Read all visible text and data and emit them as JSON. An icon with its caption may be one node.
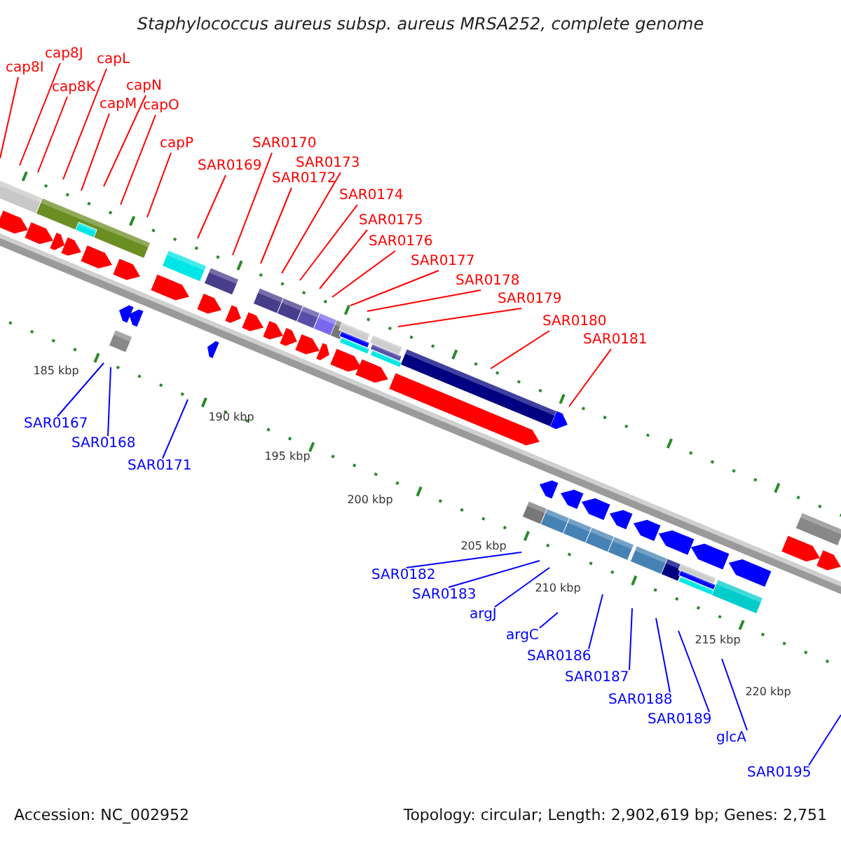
{
  "diagram": {
    "title": "Staphylococcus aureus subsp. aureus MRSA252, complete genome",
    "nodes": [
      {
        "text": [
          "cap8I"
        ]
      },
      {
        "text": [
          "cap8J"
        ]
      },
      {
        "text": [
          "cap8K"
        ]
      },
      {
        "text": [
          "capL"
        ]
      },
      {
        "text": [
          "capM"
        ]
      },
      {
        "text": [
          "capN"
        ]
      },
      {
        "text": [
          "capO"
        ]
      },
      {
        "text": [
          "capP"
        ]
      },
      {
        "text": [
          "SAR0169"
        ]
      },
      {
        "text": [
          "SAR0170"
        ]
      },
      {
        "text": [
          "SAR0172"
        ]
      },
      {
        "text": [
          "SAR0173"
        ]
      },
      {
        "text": [
          "SAR0174"
        ]
      },
      {
        "text": [
          "SAR0175"
        ]
      },
      {
        "text": [
          "SAR0176"
        ]
      },
      {
        "text": [
          "SAR0177"
        ]
      },
      {
        "text": [
          "SAR0178"
        ]
      },
      {
        "text": [
          "SAR0179"
        ]
      },
      {
        "text": [
          "SAR0180"
        ]
      },
      {
        "text": [
          "SAR0181"
        ]
      },
      {
        "text": [
          "SAR0167"
        ]
      },
      {
        "text": [
          "SAR0168"
        ]
      },
      {
        "text": [
          "SAR0171"
        ]
      },
      {
        "text": [
          "SAR0182"
        ]
      },
      {
        "text": [
          "SAR0183"
        ]
      },
      {
        "text": [
          "argJ"
        ]
      },
      {
        "text": [
          "argC"
        ]
      },
      {
        "text": [
          "SAR0186"
        ]
      },
      {
        "text": [
          "SAR0187"
        ]
      },
      {
        "text": [
          "SAR0188"
        ]
      },
      {
        "text": [
          "SAR0189"
        ]
      },
      {
        "text": [
          "glcA"
        ]
      },
      {
        "text": [
          "SAR0195"
        ]
      }
    ],
    "edges": [
      {
        "from": 0,
        "to": null,
        "arrow": "none"
      },
      {
        "from": 1,
        "to": null,
        "arrow": "none"
      },
      {
        "from": 2,
        "to": null,
        "arrow": "none"
      },
      {
        "from": 3,
        "to": null,
        "arrow": "none"
      },
      {
        "from": 4,
        "to": null,
        "arrow": "none"
      },
      {
        "from": 5,
        "to": null,
        "arrow": "none"
      },
      {
        "from": 6,
        "to": null,
        "arrow": "none"
      },
      {
        "from": 7,
        "to": null,
        "arrow": "none"
      },
      {
        "from": 8,
        "to": null,
        "arrow": "none"
      },
      {
        "from": 9,
        "to": null,
        "arrow": "none"
      },
      {
        "from": 10,
        "to": null,
        "arrow": "none"
      },
      {
        "from": 11,
        "to": null,
        "arrow": "none"
      },
      {
        "from": 12,
        "to": null,
        "arrow": "none"
      },
      {
        "from": 13,
        "to": null,
        "arrow": "none"
      },
      {
        "from": 14,
        "to": null,
        "arrow": "none"
      },
      {
        "from": 15,
        "to": null,
        "arrow": "none"
      },
      {
        "from": 16,
        "to": null,
        "arrow": "none"
      },
      {
        "from": 17,
        "to": null,
        "arrow": "none"
      },
      {
        "from": 18,
        "to": null,
        "arrow": "none"
      },
      {
        "from": 19,
        "to": null,
        "arrow": "none"
      },
      {
        "from": 20,
        "to": null,
        "arrow": "none",
        "color": "#0000ff"
      },
      {
        "from": 21,
        "to": null,
        "arrow": "none",
        "color": "#0000ff"
      },
      {
        "from": 22,
        "to": null,
        "arrow": "none",
        "color": "#0000ff"
      },
      {
        "from": 23,
        "to": null,
        "arrow": "none",
        "color": "#0000ff"
      },
      {
        "from": 24,
        "to": null,
        "arrow": "none",
        "color": "#0000ff"
      },
      {
        "from": 25,
        "to": null,
        "arrow": "none",
        "color": "#0000ff"
      },
      {
        "from": 26,
        "to": null,
        "arrow": "none",
        "color": "#0000ff"
      },
      {
        "from": 27,
        "to": null,
        "arrow": "none",
        "color": "#0000ff"
      },
      {
        "from": 28,
        "to": null,
        "arrow": "none",
        "color": "#0000ff"
      },
      {
        "from": 29,
        "to": null,
        "arrow": "none",
        "color": "#0000ff"
      },
      {
        "from": 30,
        "to": null,
        "arrow": "none",
        "color": "#0000ff"
      },
      {
        "from": 31,
        "to": null,
        "arrow": "none",
        "color": "#0000ff"
      },
      {
        "from": 32,
        "to": null,
        "arrow": "none",
        "color": "#0000ff"
      }
    ],
    "labels": [
      "185 kbp",
      "190 kbp",
      "195 kbp",
      "200 kbp",
      "205 kbp",
      "210 kbp",
      "215 kbp",
      "220 kbp",
      "Accession: NC_002952",
      "Topology: circular; Length: 2,902,619 bp; Genes: 2,751"
    ]
  }
}
